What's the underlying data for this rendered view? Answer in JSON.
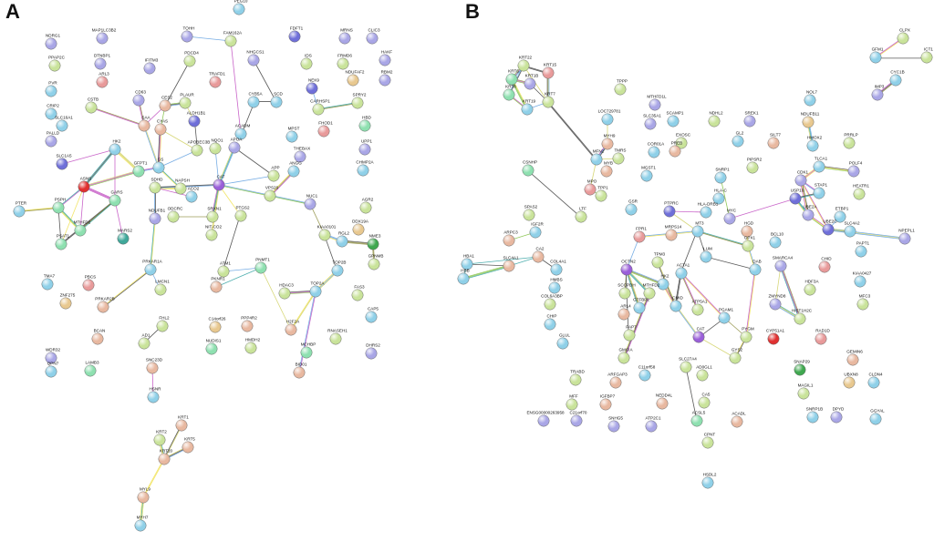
{
  "panels": [
    {
      "letter": "A",
      "nodes": [
        {
          "id": "PEG10",
          "c": "#8fd0e8"
        },
        {
          "id": "NDRG1",
          "c": "#a9a6e6"
        },
        {
          "id": "MAP1LC3B2",
          "c": "#a9a6e6"
        },
        {
          "id": "FAM162A",
          "c": "#c9e39a"
        },
        {
          "id": "TOHH",
          "c": "#a9a6e6"
        },
        {
          "id": "FDFT1",
          "c": "#6f6fd9"
        },
        {
          "id": "MRNS",
          "c": "#a9a6e6"
        },
        {
          "id": "CLIC3",
          "c": "#a9a6e6"
        },
        {
          "id": "PPAP2C",
          "c": "#c9e39a"
        },
        {
          "id": "DTNBP1",
          "c": "#a9a6e6"
        },
        {
          "id": "PDCD4",
          "c": "#c9e39a"
        },
        {
          "id": "NHGCS1",
          "c": "#a9a6e6"
        },
        {
          "id": "IDS",
          "c": "#c9e39a"
        },
        {
          "id": "FRMD6",
          "c": "#c9e39a"
        },
        {
          "id": "HAKF",
          "c": "#a9a6e6"
        },
        {
          "id": "ARL3",
          "c": "#e89a9a"
        },
        {
          "id": "IFITM3",
          "c": "#a9a6e6"
        },
        {
          "id": "TRAFD1",
          "c": "#e89a9a"
        },
        {
          "id": "CES2",
          "c": "#e8b8a0"
        },
        {
          "id": "CYB5A",
          "c": "#8fd0e8"
        },
        {
          "id": "SCD",
          "c": "#8fd0e8"
        },
        {
          "id": "NEK9",
          "c": "#6f6fd9"
        },
        {
          "id": "NDUFAF2",
          "c": "#e8c88f"
        },
        {
          "id": "RBM2",
          "c": "#a9a6e6"
        },
        {
          "id": "PVR",
          "c": "#8fd0e8"
        },
        {
          "id": "CRIP2",
          "c": "#8fd0e8"
        },
        {
          "id": "CD63",
          "c": "#a9a6e6"
        },
        {
          "id": "PLAUR",
          "c": "#c9e39a"
        },
        {
          "id": "ALDH1B1",
          "c": "#6f6fd9"
        },
        {
          "id": "CARHSP1",
          "c": "#c9e39a"
        },
        {
          "id": "SPRY2",
          "c": "#c9e39a"
        },
        {
          "id": "PALLD",
          "c": "#a9a6e6"
        },
        {
          "id": "SLC16A1",
          "c": "#8fd0e8"
        },
        {
          "id": "CSTB",
          "c": "#c9e39a"
        },
        {
          "id": "SAA",
          "c": "#e8b8a0"
        },
        {
          "id": "CYAS",
          "c": "#e8b8a0"
        },
        {
          "id": "ACADM",
          "c": "#8fd0e8"
        },
        {
          "id": "MPST",
          "c": "#8fd0e8"
        },
        {
          "id": "FHOD1",
          "c": "#e89a9a"
        },
        {
          "id": "HBD",
          "c": "#8ee0b0"
        },
        {
          "id": "HK2",
          "c": "#8fd0e8"
        },
        {
          "id": "APOBEC3B",
          "c": "#c9e39a"
        },
        {
          "id": "NQO1",
          "c": "#c9e39a"
        },
        {
          "id": "APOA",
          "c": "#a9a6e6"
        },
        {
          "id": "UPP1",
          "c": "#a9a6e6"
        },
        {
          "id": "SLC1A5",
          "c": "#6f6fd9"
        },
        {
          "id": "ASNS",
          "c": "#e03030"
        },
        {
          "id": "GFPT1",
          "c": "#8ee0b0"
        },
        {
          "id": "GS",
          "c": "#8fd0e8"
        },
        {
          "id": "THEBAX",
          "c": "#a9a6e6"
        },
        {
          "id": "CHMP2A",
          "c": "#8fd0e8"
        },
        {
          "id": "CAT",
          "c": "#9a5fd9"
        },
        {
          "id": "APP",
          "c": "#c9e39a"
        },
        {
          "id": "ANGG",
          "c": "#8fd0e8"
        },
        {
          "id": "PTER",
          "c": "#8fd0e8"
        },
        {
          "id": "PSPH",
          "c": "#8ee0b0"
        },
        {
          "id": "GARS",
          "c": "#8ee0b0"
        },
        {
          "id": "SDHD",
          "c": "#c9e39a"
        },
        {
          "id": "NAPSH",
          "c": "#c9e39a"
        },
        {
          "id": "ACO2",
          "c": "#8fd0e8"
        },
        {
          "id": "VPS20",
          "c": "#c9e39a"
        },
        {
          "id": "NUC1",
          "c": "#a9a6e6"
        },
        {
          "id": "AGR2",
          "c": "#c9e39a"
        },
        {
          "id": "MTHFD2",
          "c": "#8ee0b0"
        },
        {
          "id": "PSAT1",
          "c": "#8ee0b0"
        },
        {
          "id": "MARS2",
          "c": "#3fa89a"
        },
        {
          "id": "NDUFB1",
          "c": "#a9a6e6"
        },
        {
          "id": "ODCRC",
          "c": "#c9e39a"
        },
        {
          "id": "SRXN1",
          "c": "#c9e39a"
        },
        {
          "id": "PTGS2",
          "c": "#c9e39a"
        },
        {
          "id": "NIT-CO2",
          "c": "#c9e39a"
        },
        {
          "id": "KIAA0101",
          "c": "#c9e39a"
        },
        {
          "id": "DDX19A",
          "c": "#e8c88f"
        },
        {
          "id": "RGL2",
          "c": "#8fd0e8"
        },
        {
          "id": "NME3",
          "c": "#3fa84f"
        },
        {
          "id": "PRKAR1A",
          "c": "#8fd0e8"
        },
        {
          "id": "ATM1",
          "c": "#c9e39a"
        },
        {
          "id": "PNMT1",
          "c": "#8ee0b0"
        },
        {
          "id": "TOP2B",
          "c": "#8fd0e8"
        },
        {
          "id": "GPNMB",
          "c": "#c9e39a"
        },
        {
          "id": "TMA7",
          "c": "#8fd0e8"
        },
        {
          "id": "PBCS",
          "c": "#e89a9a"
        },
        {
          "id": "LMCN1",
          "c": "#c9e39a"
        },
        {
          "id": "PKNR1",
          "c": "#e8b8a0"
        },
        {
          "id": "HDAC3",
          "c": "#c9e39a"
        },
        {
          "id": "TOP2A",
          "c": "#8fd0e8"
        },
        {
          "id": "FAS3",
          "c": "#c9e39a"
        },
        {
          "id": "ZNF275",
          "c": "#e8c88f"
        },
        {
          "id": "PRKAR2B",
          "c": "#e8b8a0"
        },
        {
          "id": "FHL2",
          "c": "#c9e39a"
        },
        {
          "id": "C14orf26",
          "c": "#e8c88f"
        },
        {
          "id": "PPP4R2",
          "c": "#e8b8a0"
        },
        {
          "id": "H2F2A",
          "c": "#e8b8a0"
        },
        {
          "id": "CAP5",
          "c": "#8fd0e8"
        },
        {
          "id": "BCAN",
          "c": "#e8b8a0"
        },
        {
          "id": "RNASEH1",
          "c": "#c9e39a"
        },
        {
          "id": "WDR32",
          "c": "#a9a6e6"
        },
        {
          "id": "AD1",
          "c": "#c9e39a"
        },
        {
          "id": "NUDIS1",
          "c": "#8ee0b0"
        },
        {
          "id": "HMDH2",
          "c": "#c9e39a"
        },
        {
          "id": "MCHBP",
          "c": "#8ee0b0"
        },
        {
          "id": "DHRS2",
          "c": "#a9a6e6"
        },
        {
          "id": "QPN7",
          "c": "#8fd0e8"
        },
        {
          "id": "LAMB3",
          "c": "#8ee0b0"
        },
        {
          "id": "SNC23D",
          "c": "#e8b8a0"
        },
        {
          "id": "BID01",
          "c": "#e8b8a0"
        },
        {
          "id": "HSNR",
          "c": "#8fd0e8"
        },
        {
          "id": "KRT1",
          "c": "#e8b8a0"
        },
        {
          "id": "KRT2",
          "c": "#c9e39a"
        },
        {
          "id": "KRT5",
          "c": "#e8b8a0"
        },
        {
          "id": "KRT20",
          "c": "#e8b8a0"
        },
        {
          "id": "MYL9",
          "c": "#e8b8a0"
        },
        {
          "id": "MYH7",
          "c": "#8fd0e8"
        }
      ]
    },
    {
      "letter": "B",
      "nodes": [
        {
          "id": "CLPX",
          "c": "#c9e39a"
        },
        {
          "id": "GFM1",
          "c": "#8fd0e8"
        },
        {
          "id": "ICT1",
          "c": "#c9e39a"
        },
        {
          "id": "KRT22",
          "c": "#c9e39a"
        },
        {
          "id": "KRT15",
          "c": "#e89a9a"
        },
        {
          "id": "KRT6",
          "c": "#8ee0b0"
        },
        {
          "id": "KRT1B",
          "c": "#a9a6e6"
        },
        {
          "id": "KRT8",
          "c": "#8ee0b0"
        },
        {
          "id": "KRT7",
          "c": "#c9e39a"
        },
        {
          "id": "KRT19",
          "c": "#8fd0e8"
        },
        {
          "id": "TPPP",
          "c": "#c9e39a"
        },
        {
          "id": "MTHFD1L",
          "c": "#a9a6e6"
        },
        {
          "id": "CYC1B",
          "c": "#8fd0e8"
        },
        {
          "id": "IMP3",
          "c": "#a9a6e6"
        },
        {
          "id": "LOC729781",
          "c": "#8fd0e8"
        },
        {
          "id": "SLC35A1",
          "c": "#a9a6e6"
        },
        {
          "id": "SCAMP1",
          "c": "#8fd0e8"
        },
        {
          "id": "NDHL2",
          "c": "#c9e39a"
        },
        {
          "id": "SREK1",
          "c": "#a9a6e6"
        },
        {
          "id": "NOL7",
          "c": "#8fd0e8"
        },
        {
          "id": "NDUFB11",
          "c": "#e8c88f"
        },
        {
          "id": "MYH9",
          "c": "#e8b8a0"
        },
        {
          "id": "EXOSC",
          "c": "#c9e39a"
        },
        {
          "id": "GL2",
          "c": "#8fd0e8"
        },
        {
          "id": "SILT7",
          "c": "#e8b8a0"
        },
        {
          "id": "PRRLP",
          "c": "#c9e39a"
        },
        {
          "id": "TMRS",
          "c": "#c9e39a"
        },
        {
          "id": "MFN2",
          "c": "#8fd0e8"
        },
        {
          "id": "COR01A",
          "c": "#8fd0e8"
        },
        {
          "id": "PREB",
          "c": "#e8b8a0"
        },
        {
          "id": "HMOX2",
          "c": "#8fd0e8"
        },
        {
          "id": "MYB",
          "c": "#e8b8a0"
        },
        {
          "id": "TLCA1",
          "c": "#8fd0e8"
        },
        {
          "id": "POLF4",
          "c": "#a9a6e6"
        },
        {
          "id": "PIPSR2",
          "c": "#c9e39a"
        },
        {
          "id": "SNRP1",
          "c": "#8fd0e8"
        },
        {
          "id": "CSNHP",
          "c": "#8ee0b0"
        },
        {
          "id": "MPO",
          "c": "#e89a9a"
        },
        {
          "id": "TPP1",
          "c": "#c9e39a"
        },
        {
          "id": "MGST1",
          "c": "#8fd0e8"
        },
        {
          "id": "CDK1",
          "c": "#a9a6e6"
        },
        {
          "id": "HLA-C",
          "c": "#8fd0e8"
        },
        {
          "id": "STAP1",
          "c": "#8fd0e8"
        },
        {
          "id": "USP10",
          "c": "#6f6fd9"
        },
        {
          "id": "HEATR1",
          "c": "#c9e39a"
        },
        {
          "id": "SPAS2",
          "c": "#c9e39a"
        },
        {
          "id": "LTF",
          "c": "#c9e39a"
        },
        {
          "id": "GSR",
          "c": "#8fd0e8"
        },
        {
          "id": "HLA-DRB1",
          "c": "#8fd0e8"
        },
        {
          "id": "MYC",
          "c": "#a9a6e6"
        },
        {
          "id": "UBE2A",
          "c": "#a9a6e6"
        },
        {
          "id": "ETBP1",
          "c": "#8fd0e8"
        },
        {
          "id": "SLC4A2",
          "c": "#8fd0e8"
        },
        {
          "id": "NPEPL1",
          "c": "#a9a6e6"
        },
        {
          "id": "ARPC3",
          "c": "#e8b8a0"
        },
        {
          "id": "IGF2R",
          "c": "#8fd0e8"
        },
        {
          "id": "PTPRC",
          "c": "#6f6fd9"
        },
        {
          "id": "FPR1",
          "c": "#e89a9a"
        },
        {
          "id": "MRPS14",
          "c": "#e8b8a0"
        },
        {
          "id": "MT3",
          "c": "#8fd0e8"
        },
        {
          "id": "HGD",
          "c": "#e8b8a0"
        },
        {
          "id": "GPX1",
          "c": "#c9e39a"
        },
        {
          "id": "BCL10",
          "c": "#8fd0e8"
        },
        {
          "id": "UBE2C",
          "c": "#6f6fd9"
        },
        {
          "id": "PAPT1",
          "c": "#8fd0e8"
        },
        {
          "id": "CA2",
          "c": "#e8b8a0"
        },
        {
          "id": "SLC4A1",
          "c": "#e8b8a0"
        },
        {
          "id": "HBA1",
          "c": "#8fd0e8"
        },
        {
          "id": "HBB",
          "c": "#8fd0e8"
        },
        {
          "id": "COL4A1",
          "c": "#8fd0e8"
        },
        {
          "id": "OCTN2",
          "c": "#9a5fd9"
        },
        {
          "id": "ACTA1",
          "c": "#8fd0e8"
        },
        {
          "id": "TPM3",
          "c": "#c9e39a"
        },
        {
          "id": "LUM",
          "c": "#8fd0e8"
        },
        {
          "id": "DAB",
          "c": "#8fd0e8"
        },
        {
          "id": "SMARCA4",
          "c": "#a9a6e6"
        },
        {
          "id": "CHID",
          "c": "#e89a9a"
        },
        {
          "id": "KIAA0427",
          "c": "#8fd0e8"
        },
        {
          "id": "HMBS",
          "c": "#8fd0e8"
        },
        {
          "id": "COL6A3BP",
          "c": "#c9e39a"
        },
        {
          "id": "SCCPDH",
          "c": "#c9e39a"
        },
        {
          "id": "GTFBP2",
          "c": "#8fd0e8"
        },
        {
          "id": "HK2",
          "c": "#8fd0e8"
        },
        {
          "id": "MTHFD2",
          "c": "#c9e39a"
        },
        {
          "id": "ARL4",
          "c": "#e8b8a0"
        },
        {
          "id": "CMID",
          "c": "#8fd0e8"
        },
        {
          "id": "ATP5A1",
          "c": "#c9e39a"
        },
        {
          "id": "PGAM1",
          "c": "#8fd0e8"
        },
        {
          "id": "ZMYND8",
          "c": "#a9a6e6"
        },
        {
          "id": "HDF3A",
          "c": "#c9e39a"
        },
        {
          "id": "MFC3",
          "c": "#c9e39a"
        },
        {
          "id": "CHIP",
          "c": "#8fd0e8"
        },
        {
          "id": "PAP7",
          "c": "#c9e39a"
        },
        {
          "id": "CAT",
          "c": "#9a5fd9"
        },
        {
          "id": "PYGM",
          "c": "#c9e39a"
        },
        {
          "id": "HIST1H2C",
          "c": "#c9e39a"
        },
        {
          "id": "CYP51A1",
          "c": "#e03030"
        },
        {
          "id": "RAD1D",
          "c": "#e89a9a"
        },
        {
          "id": "GLUL",
          "c": "#8fd0e8"
        },
        {
          "id": "GMCIA",
          "c": "#c9e39a"
        },
        {
          "id": "GYS2",
          "c": "#c9e39a"
        },
        {
          "id": "SNAP29",
          "c": "#3fa84f"
        },
        {
          "id": "GEMIN6",
          "c": "#e8b8a0"
        },
        {
          "id": "TRABD",
          "c": "#c9e39a"
        },
        {
          "id": "ARFGAP3",
          "c": "#e8b8a0"
        },
        {
          "id": "C11orf58",
          "c": "#8fd0e8"
        },
        {
          "id": "SLC27A4",
          "c": "#c9e39a"
        },
        {
          "id": "AD0GL1",
          "c": "#c9e39a"
        },
        {
          "id": "UBXN8",
          "c": "#e8c88f"
        },
        {
          "id": "CLDN4",
          "c": "#8fd0e8"
        },
        {
          "id": "MFF",
          "c": "#c9e39a"
        },
        {
          "id": "IGFBP7",
          "c": "#e8b8a0"
        },
        {
          "id": "NEDD4L",
          "c": "#e8b8a0"
        },
        {
          "id": "CA5",
          "c": "#c9e39a"
        },
        {
          "id": "ACSL5",
          "c": "#8ee0b0"
        },
        {
          "id": "ACADL",
          "c": "#e8b8a0"
        },
        {
          "id": "MAGIL1",
          "c": "#c9e39a"
        },
        {
          "id": "SNRP1B",
          "c": "#8fd0e8"
        },
        {
          "id": "DPYD",
          "c": "#a9a6e6"
        },
        {
          "id": "GGYAL",
          "c": "#8fd0e8"
        },
        {
          "id": "ENSG00000263958",
          "c": "#a9a6e6"
        },
        {
          "id": "C21orf70",
          "c": "#a9a6e6"
        },
        {
          "id": "SNHG5",
          "c": "#a9a6e6"
        },
        {
          "id": "ATP2C1",
          "c": "#a9a6e6"
        },
        {
          "id": "CPNT",
          "c": "#c9e39a"
        },
        {
          "id": "HSDL2",
          "c": "#8fd0e8"
        }
      ]
    }
  ]
}
